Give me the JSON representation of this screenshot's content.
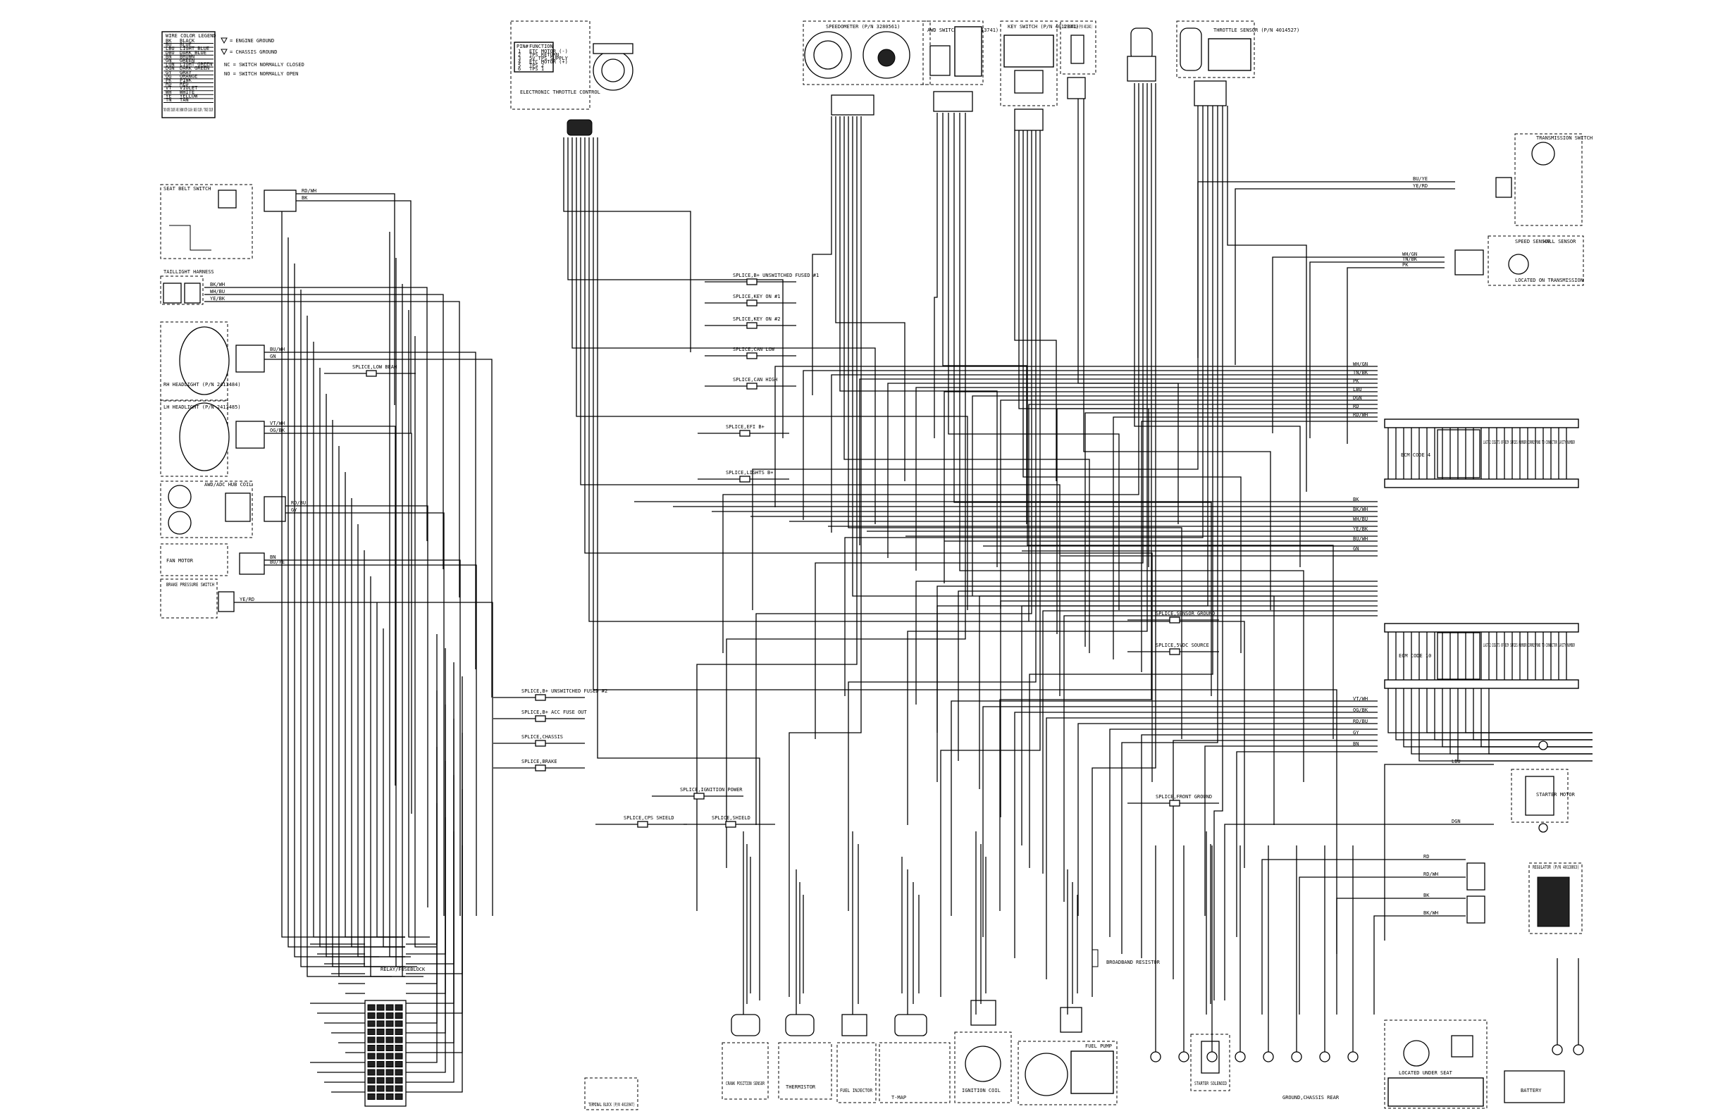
{
  "legend": {
    "title": "WIRE COLOR LEGEND",
    "rows": [
      [
        "BK",
        "BLACK"
      ],
      [
        "BU",
        "BLUE"
      ],
      [
        "LBU",
        "LIGHT BLUE"
      ],
      [
        "DBU",
        "DARK BLUE"
      ],
      [
        "BN",
        "BROWN"
      ],
      [
        "GN",
        "GREEN"
      ],
      [
        "LGN",
        "LIGHT GREEN"
      ],
      [
        "DGN",
        "DARK GREEN"
      ],
      [
        "GY",
        "GRAY"
      ],
      [
        "OG",
        "ORANGE"
      ],
      [
        "PK",
        "PINK"
      ],
      [
        "RD",
        "RED"
      ],
      [
        "VT",
        "VIOLET"
      ],
      [
        "WH",
        "WHITE"
      ],
      [
        "YE",
        "YELLOW"
      ],
      [
        "TN",
        "TAN"
      ]
    ],
    "note": "TWO WIRE COLORS ARE SHOWN WITH SLASH: BASE COLOR / TRACE COLOR",
    "symbols": [
      "= ENGINE GROUND",
      "= CHASSIS GROUND",
      "NC = SWITCH NORMALLY CLOSED",
      "NO = SWITCH NORMALLY OPEN"
    ]
  },
  "components": {
    "etc": "ELECTRONIC THROTTLE CONTROL",
    "etc_table_head": [
      "PIN#",
      "FUNCTION"
    ],
    "etc_table": [
      [
        "1",
        "ETC MOTOR (-)"
      ],
      [
        "2",
        "TPS RETURN"
      ],
      [
        "3",
        "5V TPS SUPPLY"
      ],
      [
        "4",
        "ETC MOTOR (+)"
      ],
      [
        "5",
        "TPS 2"
      ],
      [
        "6",
        "TPS 1"
      ]
    ],
    "speedometer": "SPEEDOMETER (P/N 3280561)",
    "awd_switch": "AWD SWITCH (P/N 4013741)",
    "key_switch": "KEY SWITCH (P/N 4012341)",
    "dc_receptacle": "DC RECEPTACLE (P/N 4011841)",
    "throttle_sensor": "THROTTLE SENSOR (P/N 4014527)",
    "seat_belt": "SEAT BELT SWITCH",
    "taillight": "TAILLIGHT HARNESS",
    "rh_headlight": "RH HEADLIGHT (P/N 2413484)",
    "lh_headlight": "LH HEADLIGHT (P/N 2413485)",
    "awd_coil": "AWD/ADC HUB COIL",
    "fan_motor": "FAN MOTOR",
    "brake_switch": "BRAKE PRESSURE SWITCH",
    "transmission_switch": "TRANSMISSION SWITCH",
    "speed_sensor": "SPEED SENSOR",
    "hall_sensor": "HALL SENSOR",
    "located_transmission": "LOCATED ON TRANSMISSION",
    "ecm4": "ECM CODE 4",
    "ecm10": "ECM CODE 10",
    "ecm_note": "LAST 2 DIGITS OF ECM SERIES NUMBER CORRESPOND TO CONNECTOR CAVITY NUMBER",
    "starter_motor": "STARTER MOTOR",
    "regulator": "REGULATOR (P/N 4013863)",
    "relay_fuseblock": "RELAY/FUSEBLOCK",
    "terminal_block": "TERMINAL BLOCK (P/N 4013947)",
    "crank_sensor": "CRANK POSITION SENSOR",
    "thermistor": "THERMISTOR",
    "injector": "FUEL INJECTOR",
    "tmap": "T-MAP",
    "ignition_coil": "IGNITION COIL",
    "fuel_pump": "FUEL PUMP",
    "starter_solenoid": "STARTER SOLENOID",
    "battery": "BATTERY",
    "ground_chassis_rear": "GROUND,CHASSIS REAR",
    "located_under_seat": "LOCATED UNDER SEAT",
    "broadband": "BROADBAND RESISTOR"
  },
  "splices": [
    "SPLICE,B+ UNSWITCHED FUSED #1",
    "SPLICE,KEY ON #1",
    "SPLICE,KEY ON #2",
    "SPLICE,CAN LOW",
    "SPLICE,CAN HIGH",
    "SPLICE,LOW BEAM",
    "SPLICE,EFI B+",
    "SPLICE,LIGHTS B+",
    "SPLICE,SENSOR GROUND",
    "SPLICE,5VDC SOURCE",
    "SPLICE,B+ UNSWITCHED FUSED #2",
    "SPLICE,B+ ACC FUSE OUT",
    "SPLICE,CHASSIS",
    "SPLICE,BRAKE",
    "SPLICE,IGNITION POWER",
    "SPLICE,FRONT GROUND",
    "SPLICE,CPS SHIELD",
    "SPLICE,SHIELD"
  ],
  "wire_labels": [
    "RD/WH",
    "BK",
    "BK/WH",
    "WH/BU",
    "YE/BK",
    "BU/WH",
    "GN",
    "VT/WH",
    "OG/BK",
    "RD/BU",
    "GY",
    "BN",
    "BU/YE",
    "YE/RD",
    "WH/GN",
    "TN/BK",
    "PK",
    "LBU",
    "DGN",
    "RD"
  ]
}
